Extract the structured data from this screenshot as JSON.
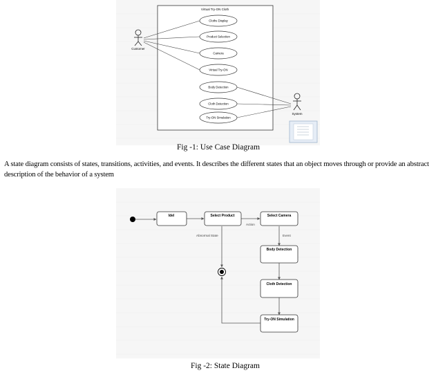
{
  "fig1": {
    "system_title": "Virtual Try-ON Cloth",
    "actor_customer": "Customer",
    "actor_system": "System",
    "use_cases": [
      "Cloths Display",
      "Product Selection",
      "Camera",
      "Virtual Try-ON",
      "Body Detection",
      "Cloth Detection",
      "Try-ON Simulation"
    ],
    "caption": "Fig -1: Use Case Diagram"
  },
  "paragraph": "A state diagram consists of states, transitions, activities, and events. It describes the different states that an object moves through or provide an abstract description of the behavior of a system",
  "fig2": {
    "states": [
      "Idel",
      "Select Product",
      "Select Camera",
      "Body Detection",
      "Cloth Detection",
      "Try-ON Simulation"
    ],
    "label_action": "Action",
    "label_event": "Event",
    "label_abnormal": "Abnormal State",
    "caption": "Fig -2: State Diagram"
  }
}
